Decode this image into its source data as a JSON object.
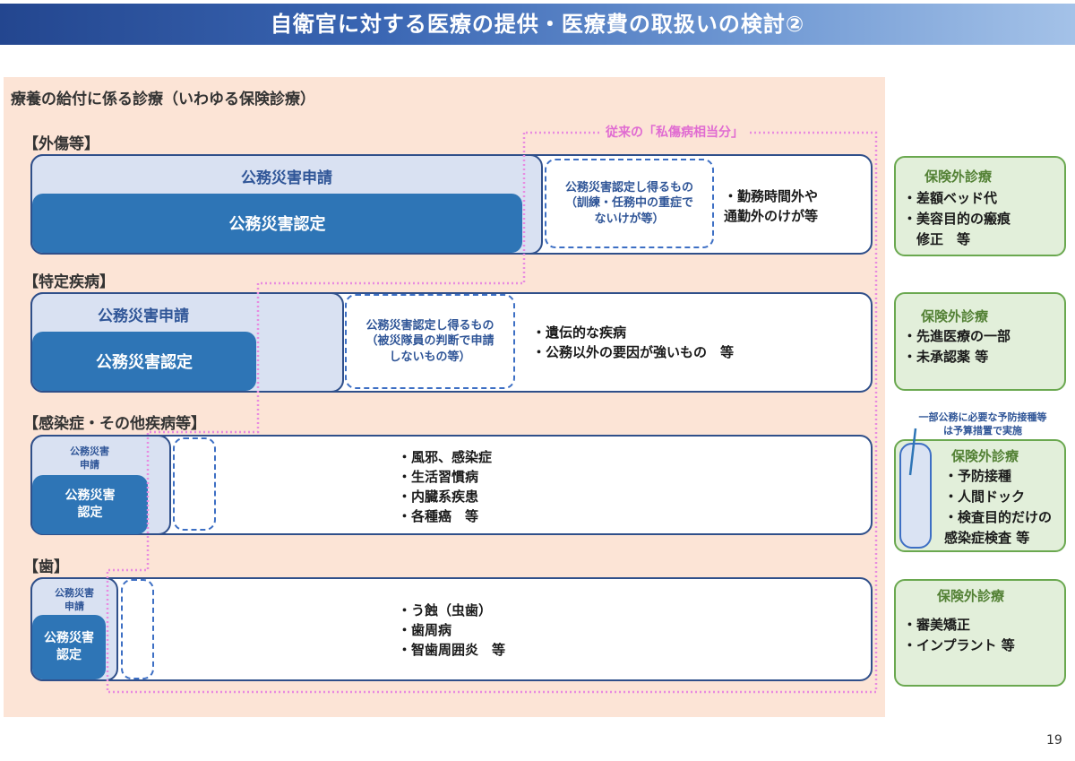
{
  "title": "自衛官に対する医療の提供・医療費の取扱いの検討②",
  "section_title": "療養の給付に係る診療（いわゆる保険診療）",
  "private_label": "従来の「私傷病相当分」",
  "categories": [
    {
      "name": "【外傷等】",
      "application": "公務災害申請",
      "certification": "公務災害認定",
      "possible": [
        "公務災害認定し得るもの",
        "（訓練・任務中の重症で",
        "ないけが等）"
      ],
      "items": [
        "・勤務時間外や",
        "通勤外のけが等"
      ]
    },
    {
      "name": "【特定疾病】",
      "application": "公務災害申請",
      "certification": "公務災害認定",
      "possible": [
        "公務災害認定し得るもの",
        "（被災隊員の判断で申請",
        "しないもの等）"
      ],
      "items": [
        "・遺伝的な疾病",
        "・公務以外の要因が強いもの　等"
      ]
    },
    {
      "name": "【感染症・その他疾病等】",
      "application": [
        "公務災害",
        "申請"
      ],
      "certification": [
        "公務災害",
        "認定"
      ],
      "items": [
        "・風邪、感染症",
        "・生活習慣病",
        "・内臓系疾患",
        "・各種癌　等"
      ]
    },
    {
      "name": "【歯】",
      "application": [
        "公務災害",
        "申請"
      ],
      "certification": [
        "公務災害",
        "認定"
      ],
      "items": [
        "・う蝕（虫歯）",
        "・歯周病",
        "・智歯周囲炎　等"
      ]
    }
  ],
  "non_insurance": [
    {
      "title": "保険外診療",
      "items": [
        "・差額ベッド代",
        "・美容目的の瘢痕",
        "　修正　等"
      ]
    },
    {
      "title": "保険外診療",
      "items": [
        "・先進医療の一部",
        "・未承認薬 等"
      ]
    },
    {
      "title": "保険外診療",
      "items": [
        "・予防接種",
        "・人間ドック",
        "・検査目的だけの",
        "感染症検査 等"
      ]
    },
    {
      "title": "保険外診療",
      "items": [
        "・審美矯正",
        "・インプラント 等"
      ]
    }
  ],
  "budget_note": [
    "一部公務に必要な予防接種等",
    "は予算措置で実施"
  ],
  "page_number": "19",
  "colors": {
    "title_bar": "#2e5aa8",
    "background_panel": "#fce4d6",
    "certification": "#2e75b6",
    "application": "#d9e1f2",
    "border": "#2f4f8a",
    "non_insurance_border": "#6aa84f",
    "private_dotted": "#e88be0"
  }
}
